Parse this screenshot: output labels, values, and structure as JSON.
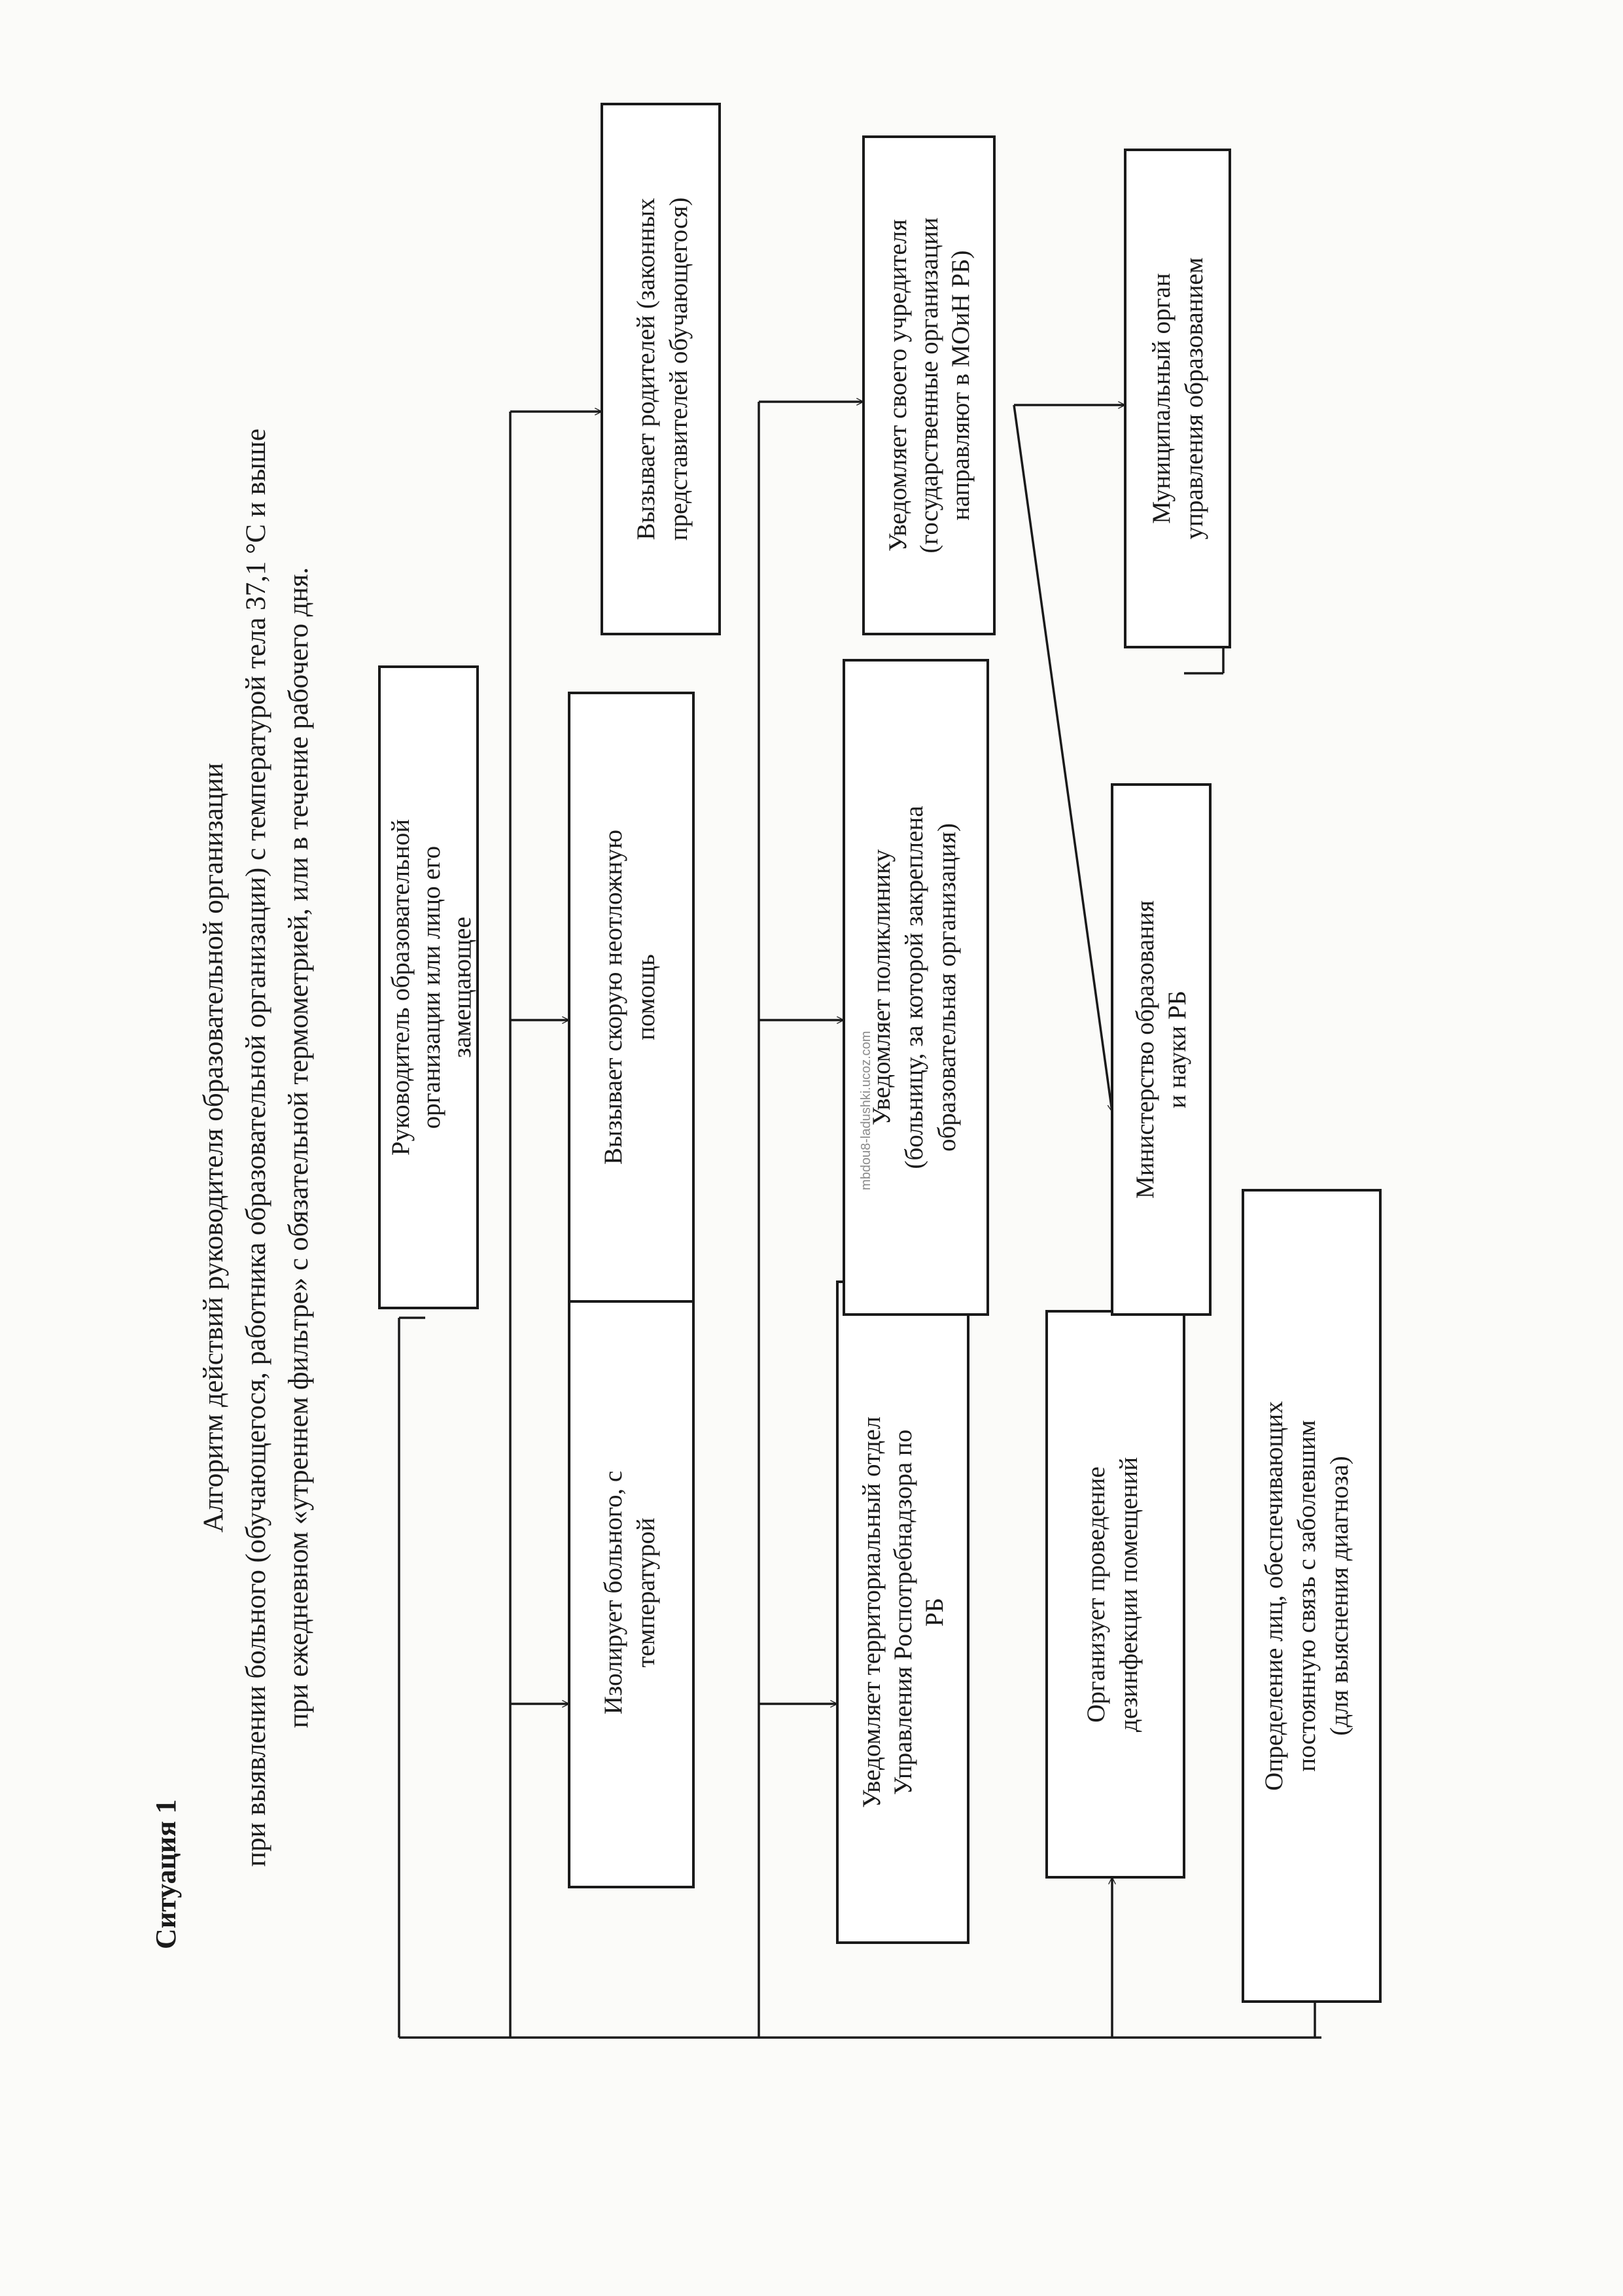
{
  "heading": "Ситуация 1",
  "title_lines": [
    "Алгоритм действий руководителя образовательной организации",
    "при выявлении больного (обучающегося, работника образовательной организации) с температурой тела 37,1 °С и выше",
    "при ежедневном «утреннем фильтре» с обязательной термометрией, или в течение рабочего дня."
  ],
  "watermark": "mbdou8-ladushki.ucoz.com",
  "nodes": {
    "head": [
      "Руководитель образовательной",
      "организации или лицо его",
      "замещающее"
    ],
    "isolate": [
      "Изолирует больного, с",
      "температурой"
    ],
    "ambulance": [
      "Вызывает скорую неотложную",
      "помощь"
    ],
    "parents": [
      "Вызывает родителей (законных",
      "представителей обучающегося)"
    ],
    "rospotreb": [
      "Уведомляет территориальный отдел",
      "Управления Роспотребнадзора по",
      "РБ"
    ],
    "polyclinic": [
      "Уведомляет поликлинику",
      "(больницу, за которой закреплена",
      "образовательная организация)"
    ],
    "founder": [
      "Уведомляет своего учредителя",
      "(государственные организации",
      "направляют в МОиН РБ)"
    ],
    "disinfection": [
      "Организует проведение",
      "дезинфекции помещений"
    ],
    "ministry": [
      "Министерство образования",
      "и науки РБ"
    ],
    "municipal": [
      "Муниципальный орган",
      "управления образованием"
    ],
    "contacts": [
      "Определение лиц, обеспечивающих",
      "постоянную связь с заболевшим",
      "(для выяснения диагноза)"
    ]
  }
}
